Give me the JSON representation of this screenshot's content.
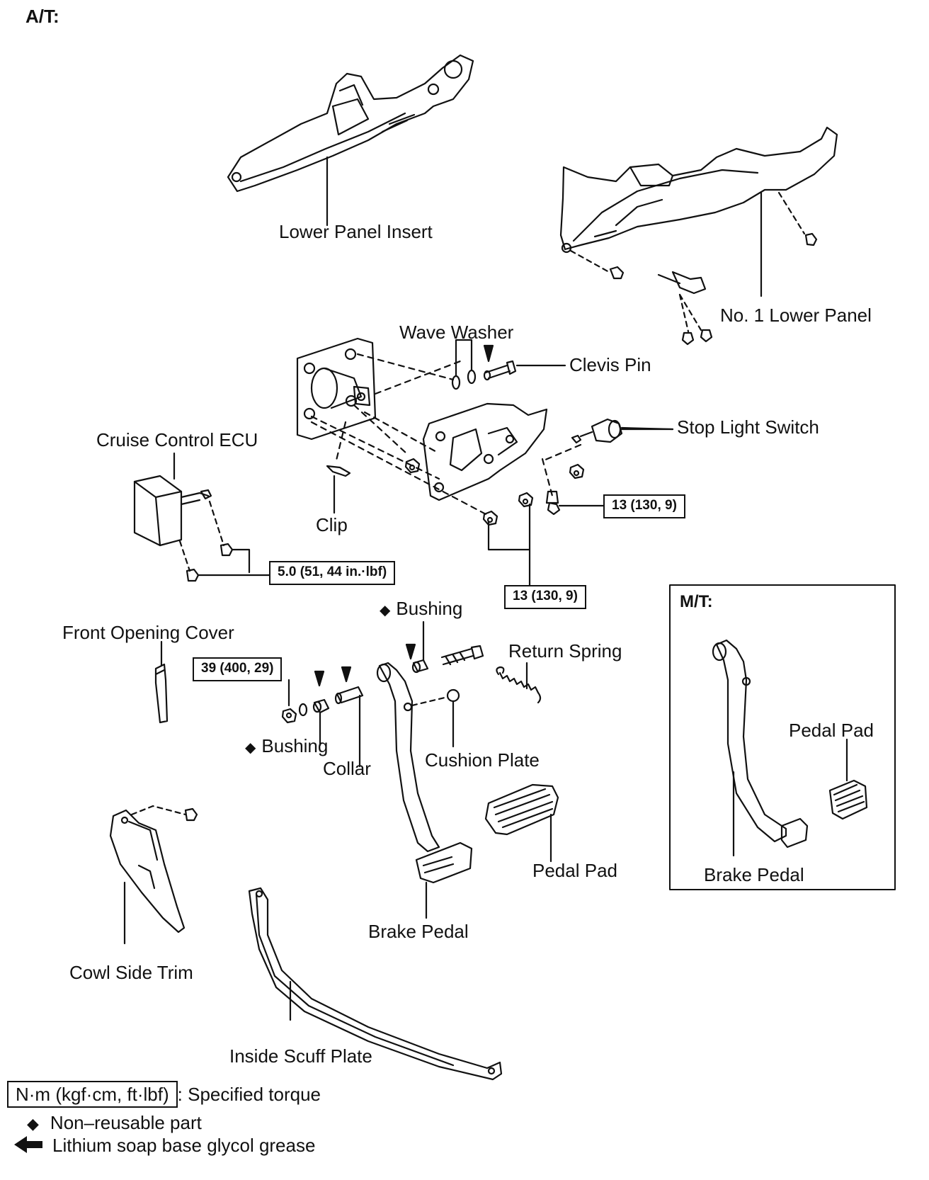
{
  "section_at": "A/T:",
  "section_mt": "M/T:",
  "labels": {
    "lower_panel_insert": "Lower Panel Insert",
    "no1_lower_panel": "No. 1 Lower Panel",
    "wave_washer": "Wave Washer",
    "clevis_pin": "Clevis Pin",
    "stop_light_switch": "Stop Light Switch",
    "cruise_control_ecu": "Cruise Control ECU",
    "clip": "Clip",
    "bushing_upper": "Bushing",
    "front_opening_cover": "Front Opening Cover",
    "return_spring": "Return Spring",
    "bushing_lower": "Bushing",
    "collar": "Collar",
    "cushion_plate": "Cushion Plate",
    "pedal_pad": "Pedal Pad",
    "brake_pedal": "Brake Pedal",
    "cowl_side_trim": "Cowl Side Trim",
    "inside_scuff_plate": "Inside Scuff Plate",
    "mt_pedal_pad": "Pedal Pad",
    "mt_brake_pedal": "Brake Pedal"
  },
  "torques": {
    "switch_bolt": "13 (130, 9)",
    "ecu_nut": "5.0 (51, 44 in.·lbf)",
    "bracket_nut": "13 (130, 9)",
    "pedal_nut": "39 (400, 29)"
  },
  "legend": {
    "torque_unit": "N·m (kgf·cm, ft·lbf)",
    "torque_text": ": Specified torque",
    "nonreusable_symbol": "◆",
    "nonreusable_text": "Non–reusable part",
    "grease_text": "Lithium soap base glycol grease"
  }
}
